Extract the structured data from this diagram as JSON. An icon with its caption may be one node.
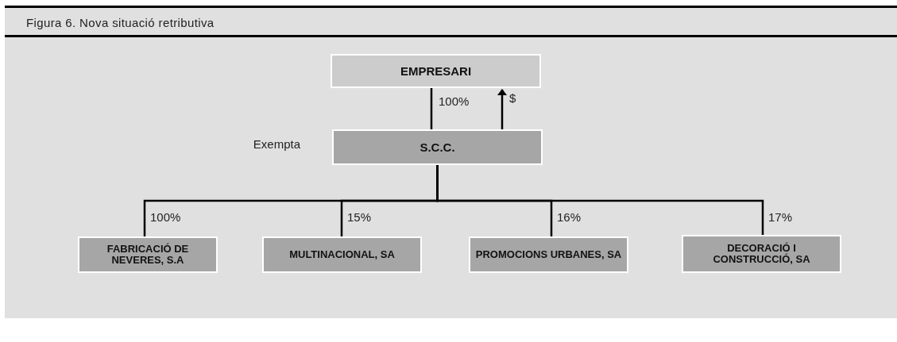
{
  "diagram": {
    "title": "Figura 6. Nova situació retributiva",
    "nodes": [
      {
        "text": [
          "EMPRESARI"
        ]
      },
      {
        "text": [
          "S.C.C."
        ],
        "beside": [
          "Exempta"
        ]
      },
      {
        "text": [
          "FABRICACIÓ DE NEVERES, S.A"
        ]
      },
      {
        "text": [
          "MULTINACIONAL, SA"
        ]
      },
      {
        "text": [
          "PROMOCIONS URBANES, SA"
        ]
      },
      {
        "text": [
          "DECORACIÓ I CONSTRUCCIÓ, SA"
        ]
      }
    ],
    "edges": [
      {
        "from": 0,
        "to": 1,
        "arrow": "none",
        "label": "100%"
      },
      {
        "from": 1,
        "to": 0,
        "arrow": "to",
        "label": "$"
      },
      {
        "from": 1,
        "to": 2,
        "arrow": "none",
        "label": "100%"
      },
      {
        "from": 1,
        "to": 3,
        "arrow": "none",
        "label": "15%"
      },
      {
        "from": 1,
        "to": 4,
        "arrow": "none",
        "label": "16%"
      },
      {
        "from": 1,
        "to": 5,
        "arrow": "none",
        "label": "17%"
      }
    ]
  }
}
